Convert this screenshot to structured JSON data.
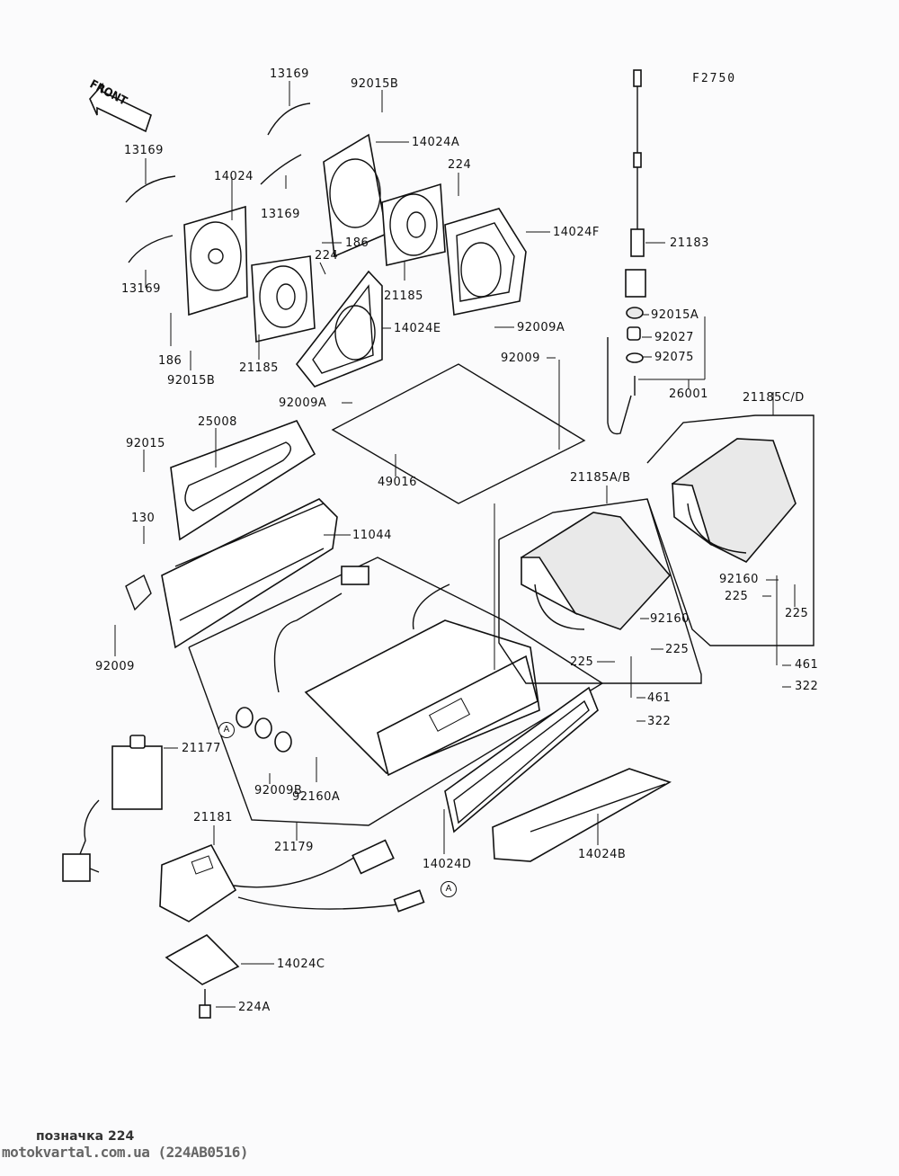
{
  "figure_code": "F2750",
  "front_label": "FRONT",
  "callouts": {
    "c13169_top": "13169",
    "c92015B_top": "92015B",
    "c14024A": "14024A",
    "c13169_left": "13169",
    "c14024": "14024",
    "c224_right": "224",
    "c13169_mid": "13169",
    "c186_upper": "186",
    "c224_mid": "224",
    "c14024F": "14024F",
    "c21183": "21183",
    "c13169_lower": "13169",
    "c21185_right": "21185",
    "c14024E": "14024E",
    "c92009A_right": "92009A",
    "c92015A": "92015A",
    "c92027": "92027",
    "c92075": "92075",
    "c186_lower": "186",
    "c21185_left": "21185",
    "c92015B_lower": "92015B",
    "c92009_top": "92009",
    "c92009A_left": "92009A",
    "c26001": "26001",
    "c21185CD": "21185C/D",
    "c25008": "25008",
    "c92015": "92015",
    "c49016": "49016",
    "c21185AB": "21185A/B",
    "c130": "130",
    "c11044": "11044",
    "c92160_right": "92160",
    "c225_r1": "225",
    "c225_r2": "225",
    "c92160_left": "92160",
    "c225_l1": "225",
    "c225_l2": "225",
    "c461_right": "461",
    "c461_left": "461",
    "c322_right": "322",
    "c322_left": "322",
    "c92009_left": "92009",
    "c21177": "21177",
    "c92009B": "92009B",
    "c92160A": "92160A",
    "c21181": "21181",
    "c21179": "21179",
    "c14024D": "14024D",
    "c14024B": "14024B",
    "c14024C": "14024C",
    "c224A": "224A"
  },
  "connector_markers": {
    "a1": "A",
    "a2": "A"
  },
  "watermark": {
    "line1": "позначка 224",
    "line2": "motokvartal.com.ua (224AB0516)"
  }
}
